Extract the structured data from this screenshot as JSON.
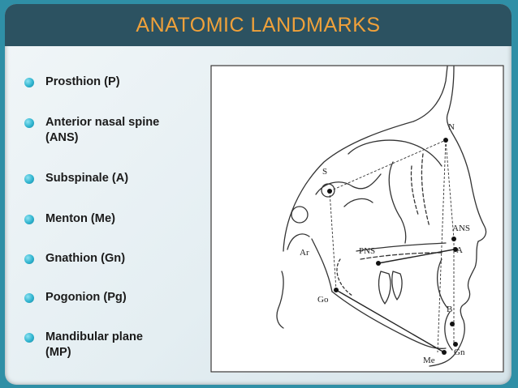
{
  "slide": {
    "title": "ANATOMIC LANDMARKS",
    "title_color": "#f0a13a",
    "header_color": "#2c5261",
    "background_color": "#2f8fa6"
  },
  "bullets": [
    {
      "line1": "Prosthion (P)",
      "line2": ""
    },
    {
      "line1": "Anterior nasal spine",
      "line2": "(ANS)"
    },
    {
      "line1": "Subspinale (A)",
      "line2": ""
    },
    {
      "line1": "Menton (Me)",
      "line2": ""
    },
    {
      "line1": "Gnathion (Gn)",
      "line2": ""
    },
    {
      "line1": "Pogonion (Pg)",
      "line2": ""
    },
    {
      "line1": "Mandibular plane",
      "line2": "(MP)"
    }
  ],
  "diagram": {
    "labels": {
      "n": "N",
      "s": "S",
      "ans": "ANS",
      "a": "A",
      "pns": "PNS",
      "ar": "Ar",
      "go": "Go",
      "b": "B",
      "me": "Me",
      "gn": "Gn"
    }
  }
}
